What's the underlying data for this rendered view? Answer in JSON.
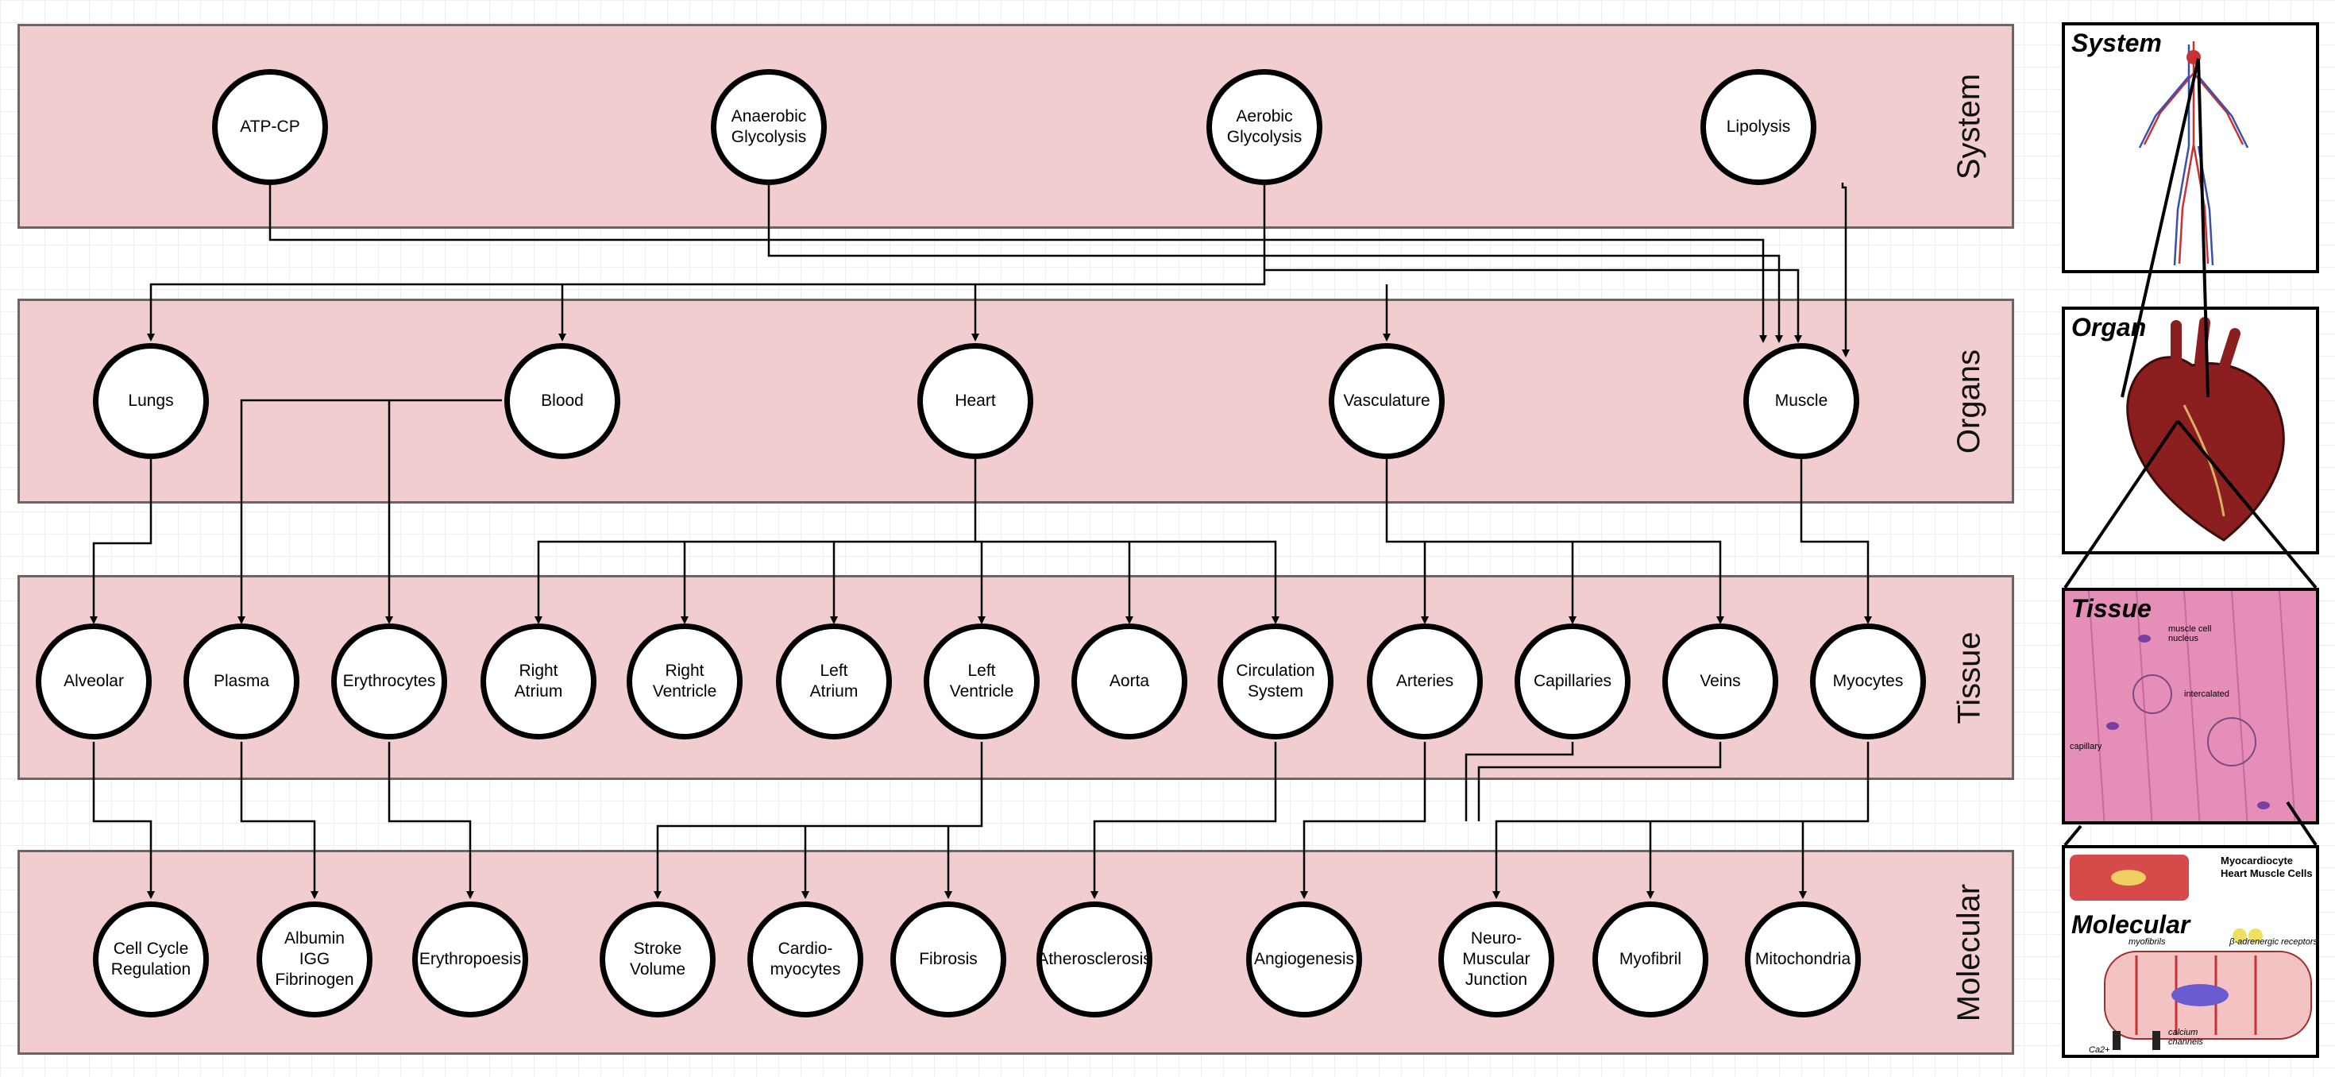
{
  "bands": [
    {
      "id": "system",
      "label": "System"
    },
    {
      "id": "organs",
      "label": "Organs"
    },
    {
      "id": "tissue",
      "label": "Tissue"
    },
    {
      "id": "molecular",
      "label": "Molecular"
    }
  ],
  "nodes": [
    {
      "id": "atp-cp",
      "label": "ATP-CP"
    },
    {
      "id": "anaerobic",
      "label": "Anaerobic\nGlycolysis"
    },
    {
      "id": "aerobic",
      "label": "Aerobic\nGlycolysis"
    },
    {
      "id": "lipolysis",
      "label": "Lipolysis"
    },
    {
      "id": "lungs",
      "label": "Lungs"
    },
    {
      "id": "blood",
      "label": "Blood"
    },
    {
      "id": "heart",
      "label": "Heart"
    },
    {
      "id": "vasculature",
      "label": "Vasculature"
    },
    {
      "id": "muscle",
      "label": "Muscle"
    },
    {
      "id": "alveolar",
      "label": "Alveolar"
    },
    {
      "id": "plasma",
      "label": "Plasma"
    },
    {
      "id": "erythrocytes",
      "label": "Erythrocytes"
    },
    {
      "id": "right-atrium",
      "label": "Right\nAtrium"
    },
    {
      "id": "right-ventricle",
      "label": "Right\nVentricle"
    },
    {
      "id": "left-atrium",
      "label": "Left\nAtrium"
    },
    {
      "id": "left-ventricle",
      "label": "Left\nVentricle"
    },
    {
      "id": "aorta",
      "label": "Aorta"
    },
    {
      "id": "circulation-system",
      "label": "Circulation\nSystem"
    },
    {
      "id": "arteries",
      "label": "Arteries"
    },
    {
      "id": "capillaries",
      "label": "Capillaries"
    },
    {
      "id": "veins",
      "label": "Veins"
    },
    {
      "id": "myocytes",
      "label": "Myocytes"
    },
    {
      "id": "cell-cycle",
      "label": "Cell Cycle\nRegulation"
    },
    {
      "id": "albumin",
      "label": "Albumin\nIGG\nFibrinogen"
    },
    {
      "id": "erythropoesis",
      "label": "Erythropoesis"
    },
    {
      "id": "stroke-volume",
      "label": "Stroke\nVolume"
    },
    {
      "id": "cardiomyocytes",
      "label": "Cardio-\nmyocytes"
    },
    {
      "id": "fibrosis",
      "label": "Fibrosis"
    },
    {
      "id": "atherosclerosis",
      "label": "Atherosclerosis"
    },
    {
      "id": "angiogenesis",
      "label": "Angiogenesis"
    },
    {
      "id": "nmj",
      "label": "Neuro-\nMuscular\nJunction"
    },
    {
      "id": "myofibril",
      "label": "Myofibril"
    },
    {
      "id": "mitochondria",
      "label": "Mitochondria"
    }
  ],
  "panels": [
    {
      "id": "system",
      "title": "System"
    },
    {
      "id": "organ",
      "title": "Organ"
    },
    {
      "id": "tissue",
      "title": "Tissue",
      "labels": [
        "muscle cell nucleus",
        "intercalated",
        "capillary"
      ]
    },
    {
      "id": "molecular",
      "title": "Molecular",
      "labels": [
        "Myocardiocyte",
        "Heart Muscle Cells",
        "myofibrils",
        "β-adrenergic receptors",
        "calcium channels",
        "Ca2+"
      ]
    }
  ],
  "colors": {
    "band_fill": "#f2cdd0",
    "band_border": "#6e6464",
    "node_border": "#000000",
    "edge": "#000000",
    "tissue_pink": "#e58fb8",
    "heart_red": "#8b1e1e"
  }
}
